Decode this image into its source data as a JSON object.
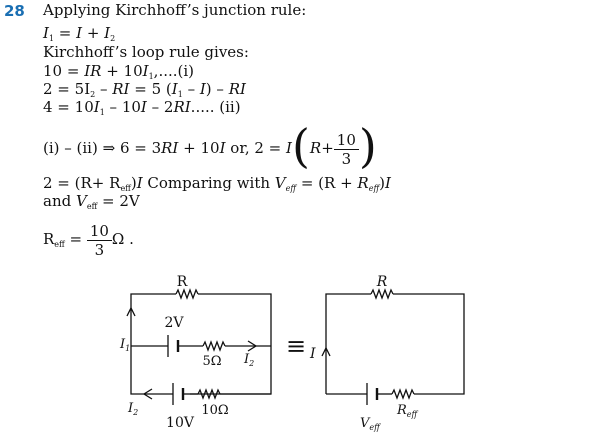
{
  "question_number": "28",
  "heading": "Applying Kirchhoff’s junction rule:",
  "eq_junction": {
    "i1": "I",
    "i1_sub": "1",
    "mid": " = I + I",
    "i2_sub": "2"
  },
  "loop_heading": "Kirchhoff’s loop rule gives:",
  "eq1": {
    "a": "10 = ",
    "b": "IR",
    "c": " + 10",
    "d": "I",
    "d_sub": "1",
    "e": ",....(i)"
  },
  "eq2": {
    "a": "2 = 5I",
    "a_sub": "2",
    "b": " – ",
    "c": "RI",
    "d": " = 5 (",
    "e": "I",
    "e_sub": "1",
    "f": " – ",
    "g": "I",
    "h": ") – ",
    "i": "RI"
  },
  "eq3": {
    "a": "4 = 10",
    "b": "I",
    "b_sub": "1",
    "c": " – 10",
    "d": "I",
    "e": " – 2",
    "f": "RI",
    "g": "..... (ii)"
  },
  "eq4": {
    "a": "(i) – (ii) ⇒ 6 = 3",
    "b": "RI",
    "c": " + 10",
    "d": "I",
    "e": " or, 2 = ",
    "f": "I",
    "g": "R+",
    "num": "10",
    "den": "3"
  },
  "eq5": {
    "a": "2 = (R+ R",
    "a_sub": "eff",
    "b": ")",
    "c": "I",
    "d": " Comparing with ",
    "e": "V",
    "e_sub": "eff",
    "f": " = (R + ",
    "g": "R",
    "g_sub": "eff",
    "h": ")",
    "i": "I"
  },
  "eq6": {
    "a": "and ",
    "b": "V",
    "b_sub": "eff",
    "c": " = 2V"
  },
  "eq7": {
    "a": "R",
    "a_sub": "eff",
    "b": " = ",
    "num": "10",
    "den": "3",
    "c": "Ω ."
  },
  "circuit_left": {
    "r_label": "R",
    "battery_top": "2V",
    "res_mid": "5Ω",
    "i1": "I",
    "i1_sub": "1",
    "i2_mid": "I",
    "i2_mid_sub": "2",
    "i2_bot": "I",
    "i2_bot_sub": "2",
    "res_bot": "10Ω",
    "battery_bot": "10V"
  },
  "equiv_symbol": "≡",
  "circuit_right": {
    "r_label": "R",
    "current": "I",
    "reff": "R",
    "reff_sub": "eff",
    "veff": "V",
    "veff_sub": "eff"
  }
}
